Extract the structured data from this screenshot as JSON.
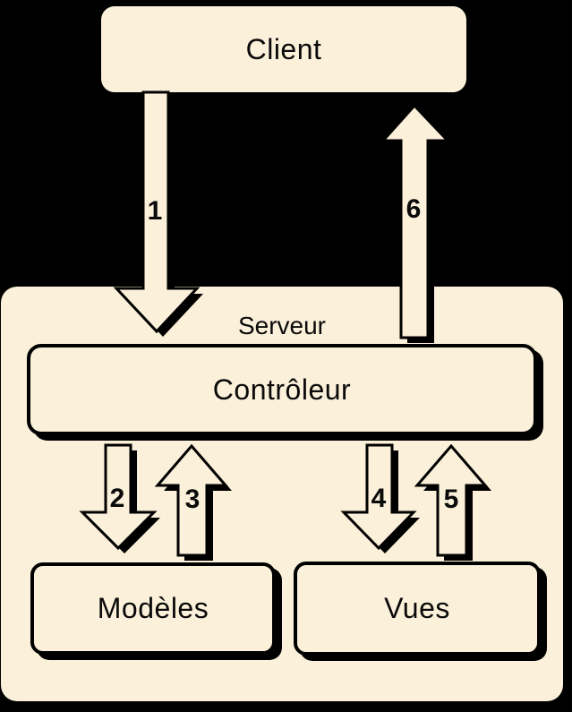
{
  "diagram": {
    "type": "architecture-flow",
    "nodes": {
      "client": {
        "label": "Client"
      },
      "server": {
        "label": "Serveur"
      },
      "controller": {
        "label": "Contrôleur"
      },
      "models": {
        "label": "Modèles"
      },
      "views": {
        "label": "Vues"
      }
    },
    "arrows": [
      {
        "label": "1",
        "direction": "down",
        "from": "client",
        "to": "controller"
      },
      {
        "label": "2",
        "direction": "down",
        "from": "controller",
        "to": "models"
      },
      {
        "label": "3",
        "direction": "up",
        "from": "models",
        "to": "controller"
      },
      {
        "label": "4",
        "direction": "down",
        "from": "controller",
        "to": "views"
      },
      {
        "label": "5",
        "direction": "up",
        "from": "views",
        "to": "controller"
      },
      {
        "label": "6",
        "direction": "up",
        "from": "controller",
        "to": "client"
      }
    ],
    "colors": {
      "background": "#000000",
      "box_fill": "#FBF0D9",
      "outline": "#000000",
      "text": "#0a0a0a"
    }
  }
}
